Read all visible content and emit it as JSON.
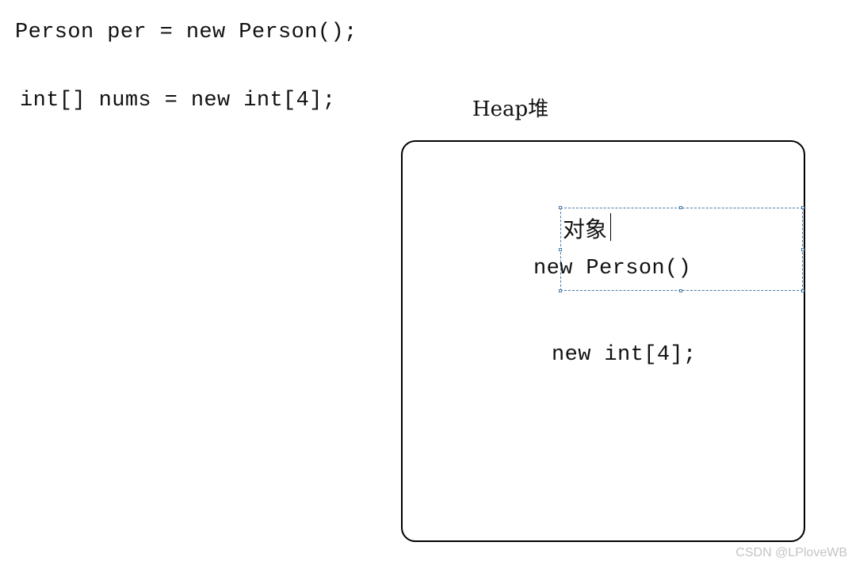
{
  "code_lines": {
    "person_declaration": "Person per = new Person();",
    "array_declaration": "int[] nums = new int[4];"
  },
  "heap": {
    "title": "Heap堆",
    "object_label": "对象",
    "new_person": "new Person()",
    "new_int_array": "new int[4];"
  },
  "watermark": "CSDN @LPloveWB",
  "colors": {
    "text": "#111111",
    "heap_border": "#000000",
    "selection_border": "#4a79a8",
    "watermark": "#c4c4c4"
  }
}
